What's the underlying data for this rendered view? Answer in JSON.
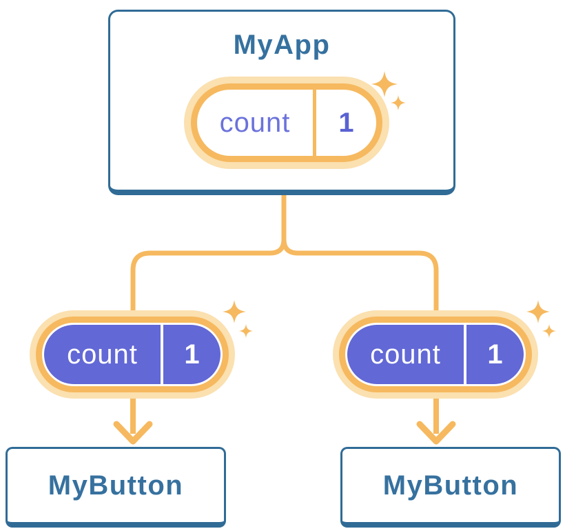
{
  "tree": {
    "root": {
      "title": "MyApp",
      "state": {
        "label": "count",
        "value": "1"
      }
    },
    "children": [
      {
        "title": "MyButton",
        "props": {
          "label": "count",
          "value": "1"
        }
      },
      {
        "title": "MyButton",
        "props": {
          "label": "count",
          "value": "1"
        }
      }
    ]
  },
  "icons": {
    "sparkle": "four-point-star"
  },
  "colors": {
    "accent_orange": "#F6B95F",
    "pale_orange": "#FBE0B0",
    "purple_fill": "#6268D5",
    "purple_label_text": "#6B72DB",
    "purple_value_text": "#5A61D2",
    "blue_border": "#306B96",
    "blue_text": "#36719F",
    "white": "#FFFFFF"
  }
}
